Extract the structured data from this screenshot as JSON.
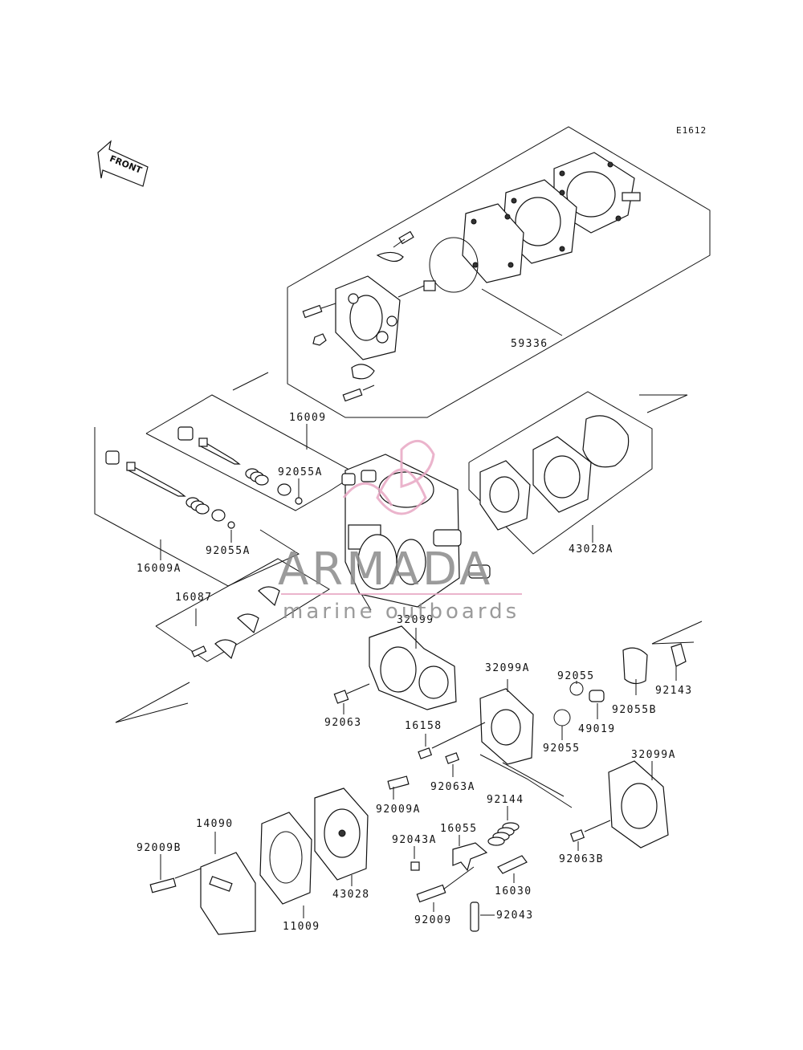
{
  "figure_code": "E1612",
  "front_label": "FRONT",
  "watermark": {
    "brand": "ARMADA",
    "tagline": "marine outboards"
  },
  "part_labels": {
    "p59336": "59336",
    "p16009": "16009",
    "p92055A_1": "92055A",
    "p92055A_2": "92055A",
    "p16009A": "16009A",
    "p43028A": "43028A",
    "p16087": "16087",
    "p32099": "32099",
    "p32099A_1": "32099A",
    "p32099A_2": "32099A",
    "p92055_1": "92055",
    "p92055_2": "92055",
    "p49019": "49019",
    "p92055B": "92055B",
    "p92143": "92143",
    "p92063": "92063",
    "p16158": "16158",
    "p92063A": "92063A",
    "p92063B": "92063B",
    "p92009A": "92009A",
    "p92144": "92144",
    "p14090": "14090",
    "p16055": "16055",
    "p92043A": "92043A",
    "p92009B": "92009B",
    "p43028": "43028",
    "p16030": "16030",
    "p11009": "11009",
    "p92009": "92009",
    "p92043": "92043"
  },
  "colors": {
    "line": "#111111",
    "watermark_gray": "#8a8a8a",
    "watermark_pink": "#e8a7c4"
  }
}
